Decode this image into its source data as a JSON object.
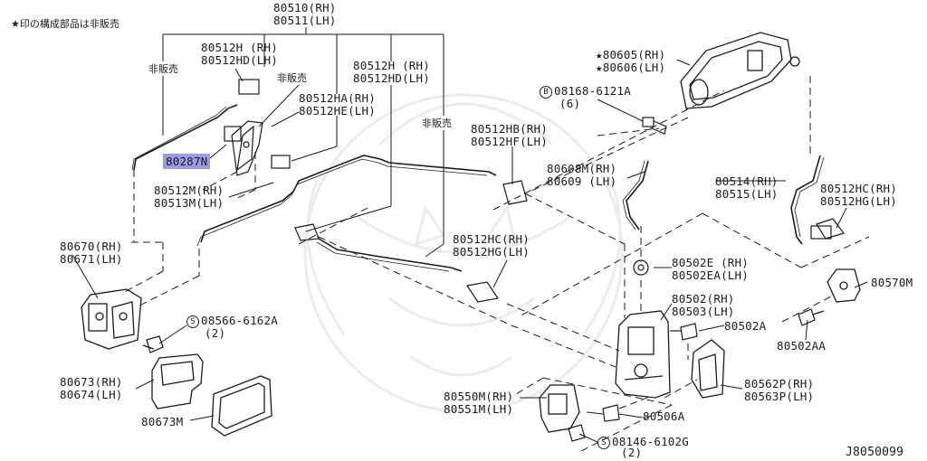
{
  "diagram_id": "J8050099",
  "legend_note": "★印の構成部品は非販売",
  "labels": {
    "l80510": "80510(RH)",
    "l80511": "80511(LH)",
    "l80512H_a": "80512H (RH)",
    "l80512HD_a": "80512HD(LH)",
    "hihan_1": "非販売",
    "hihan_2": "非販売",
    "hihan_3": "非販売",
    "l80512H_b": "80512H (RH)",
    "l80512HD_b": "80512HD(LH)",
    "l80512HA": "80512HA(RH)",
    "l80512HE": "80512HE(LH)",
    "l80287N": "80287N",
    "l80512HB": "80512HB(RH)",
    "l80512HF": "80512HF(LH)",
    "l80512M": "80512M(RH)",
    "l80513M": "80513M(LH)",
    "l80670": "80670(RH)",
    "l80671": "80671(LH)",
    "l80512HC_a": "80512HC(RH)",
    "l80512HG_a": "80512HG(LH)",
    "s08566_code": "08566-6162A",
    "s08566_qty": "(2)",
    "l80673": "80673(RH)",
    "l80674": "80674(LH)",
    "l80673M": "80673M",
    "l80605": "★80605(RH)",
    "l80606": "★80606(LH)",
    "b08168_code": "08168-6121A",
    "b08168_qty": "(6)",
    "l80608M": "80608M(RH)",
    "l80609": "80609 (LH)",
    "l80514": "80514(RH)",
    "l80515": "80515(LH)",
    "l80512HC_b": "80512HC(RH)",
    "l80512HG_b": "80512HG(LH)",
    "l80502E": "80502E (RH)",
    "l80502EA": "80502EA(LH)",
    "l80570M": "80570M",
    "l80502": "80502(RH)",
    "l80503": "80503(LH)",
    "l80502A": "80502A",
    "l80502AA": "80502AA",
    "l80562P": "80562P(RH)",
    "l80563P": "80563P(LH)",
    "l80550M": "80550M(RH)",
    "l80551M": "80551M(LH)",
    "l80506A": "80506A",
    "s08146_code": "08146-6102G",
    "s08146_qty": "(2)",
    "circle_s": "S",
    "circle_b": "B"
  },
  "colors": {
    "highlight": "#9b9be6",
    "line": "#1b1b1b",
    "watermark": "#ececec"
  }
}
